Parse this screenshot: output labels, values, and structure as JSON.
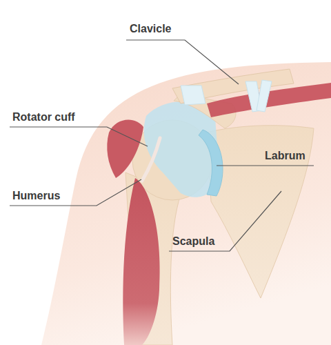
{
  "diagram": {
    "labels": [
      "Clavicle",
      "Rotator cuff",
      "Labrum",
      "Humerus",
      "Scapula"
    ]
  }
}
